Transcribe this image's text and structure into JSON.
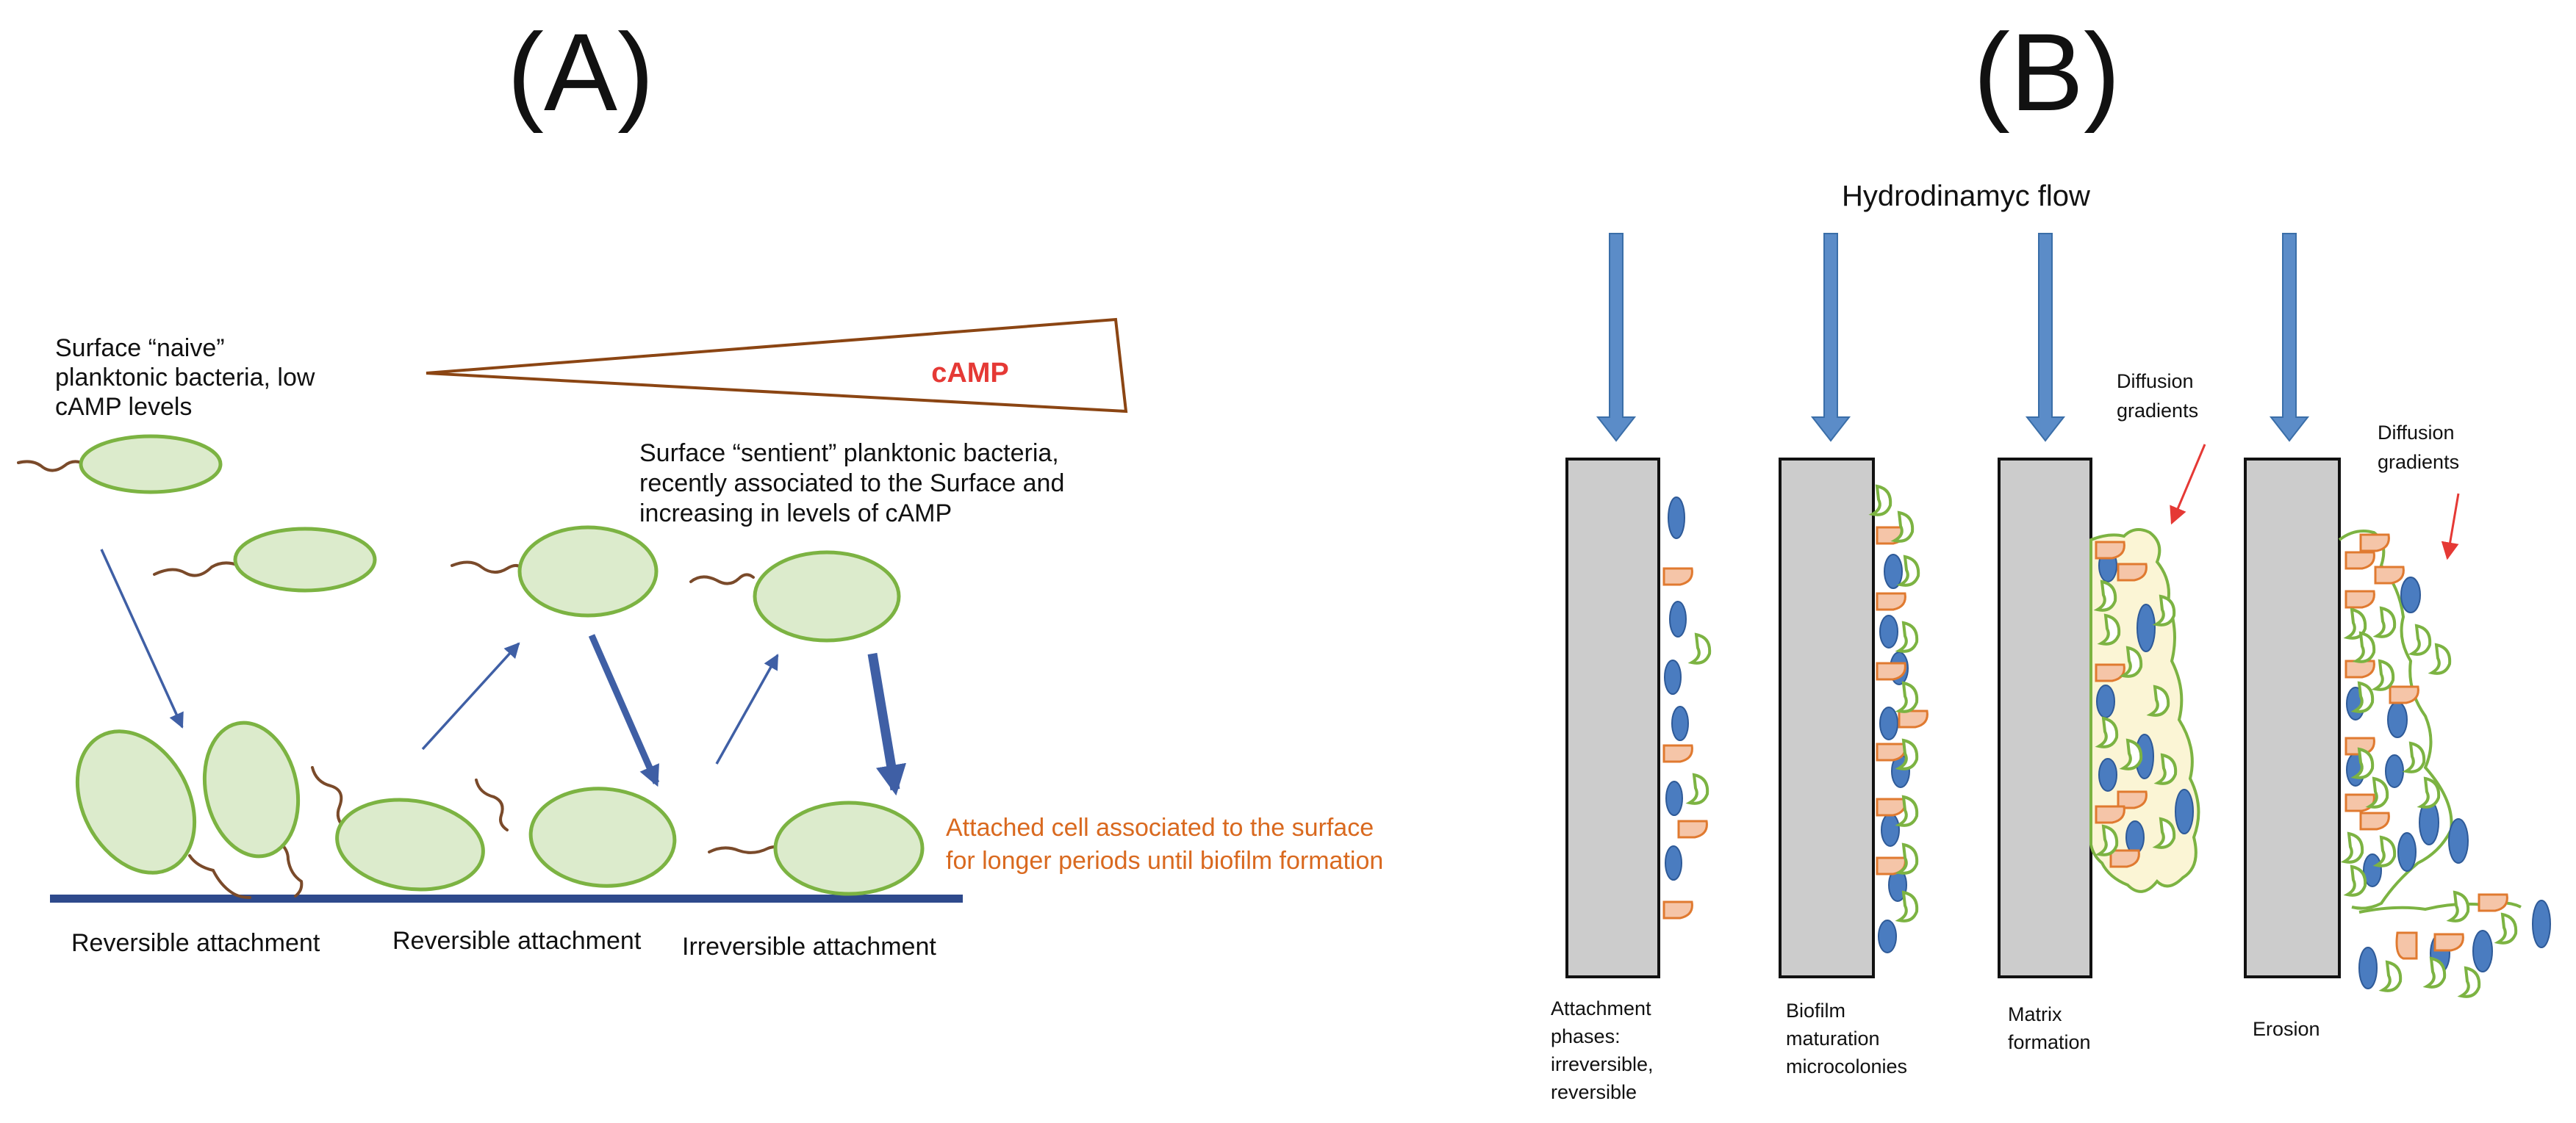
{
  "colors": {
    "cell_fill": "#dcebcc",
    "cell_stroke": "#7cb342",
    "flagellum": "#7a4a2a",
    "arrow_blue": "#3f5fa5",
    "surface": "#2e4a8c",
    "flow_arrow": "#5b8cc8",
    "slab_fill": "#cccccc",
    "round_cell": "#4a7cc0",
    "orange_cell_fill": "#f5c5a8",
    "orange_cell_stroke": "#e07a30",
    "matrix_fill": "#fbf5d5",
    "camp_text": "#e53935",
    "camp_wedge": "#8b4513",
    "attached_text": "#d9691f",
    "pointer_red": "#e53935"
  },
  "panel_a": {
    "label": "(A)",
    "camp_label": "cAMP",
    "naive_text": [
      "Surface “naive”",
      "planktonic bacteria, low",
      "cAMP levels"
    ],
    "sentient_text": [
      "Surface “sentient” planktonic bacteria,",
      "recently associated to the Surface and",
      "increasing in levels of cAMP"
    ],
    "attached_text": [
      "Attached cell associated to the surface",
      "for longer periods until biofilm formation"
    ],
    "stage_labels": [
      "Reversible attachment",
      "Reversible attachment",
      "Irreversible attachment"
    ]
  },
  "panel_b": {
    "label": "(B)",
    "flow_title": "Hydrodinamyc flow",
    "diffusion_1": [
      "Diffusion",
      "gradients"
    ],
    "diffusion_2": [
      "Diffusion",
      "gradients"
    ],
    "captions": [
      [
        "Attachment",
        "phases:",
        "irreversible,",
        "reversible"
      ],
      [
        "Biofilm",
        "maturation",
        "microcolonies"
      ],
      [
        "Matrix",
        "formation"
      ],
      [
        "Erosion"
      ]
    ]
  }
}
